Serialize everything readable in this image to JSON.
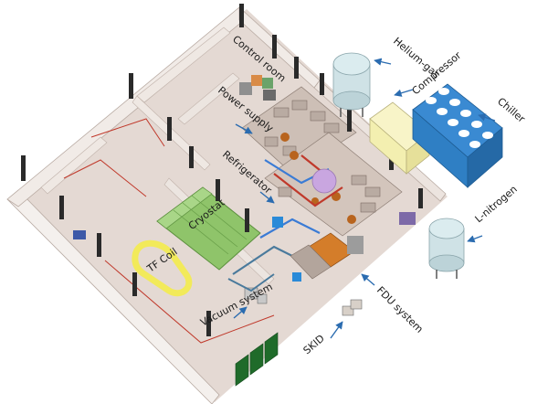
{
  "labels": {
    "control_room": "Control room",
    "helium_gas": "Helium-gas",
    "compressor": "Compressor",
    "chiller": "Chiller",
    "power_supply": "Power supply",
    "refrigerator": "Refrigerator",
    "cryostat": "Cryostat",
    "tf_coil": "TF Coil",
    "l_nitrogen": "L-nitrogen",
    "vacuum_system": "Vacuum system",
    "skid": "SKID",
    "fdu_system": "FDU system"
  },
  "colors": {
    "floor": "#e4d9d3",
    "wall": "#f4f0ed",
    "wall_shadow": "#c9bcb5",
    "pillar": "#2a2a2a",
    "cryostat": "#8fc46a",
    "tf_coil": "#f2ea5a",
    "chiller": "#2f7fc4",
    "compressor": "#f3efb0",
    "tank": "#cfe2e6",
    "arrow": "#2b6cb0",
    "gate": "#1f6b2a",
    "purple": "#c9a6e0"
  }
}
